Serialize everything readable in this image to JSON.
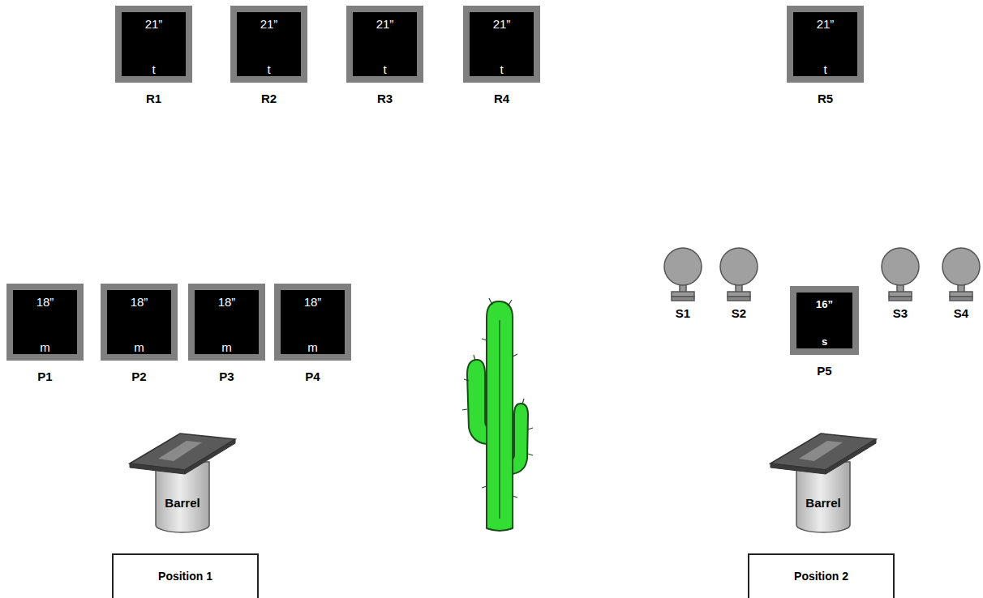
{
  "diagram": {
    "nodes": [
      {
        "text": [
          "21”",
          "t",
          "R1"
        ]
      },
      {
        "text": [
          "21”",
          "t",
          "R2"
        ]
      },
      {
        "text": [
          "21”",
          "t",
          "R3"
        ]
      },
      {
        "text": [
          "21”",
          "t",
          "R4"
        ]
      },
      {
        "text": [
          "21”",
          "t",
          "R5"
        ]
      },
      {
        "text": [
          "18”",
          "m",
          "P1"
        ]
      },
      {
        "text": [
          "18”",
          "m",
          "P2"
        ]
      },
      {
        "text": [
          "18”",
          "m",
          "P3"
        ]
      },
      {
        "text": [
          "18”",
          "m",
          "P4"
        ]
      },
      {
        "text": [
          "S1"
        ]
      },
      {
        "text": [
          "S2"
        ]
      },
      {
        "text": [
          "16”",
          "s",
          "P5"
        ]
      },
      {
        "text": [
          "S3"
        ]
      },
      {
        "text": [
          "S4"
        ]
      },
      {
        "text": [
          "Barrel"
        ]
      },
      {
        "text": [
          "Position 1"
        ]
      },
      {
        "text": [
          "Barrel"
        ]
      },
      {
        "text": [
          "Position 2"
        ]
      }
    ]
  }
}
